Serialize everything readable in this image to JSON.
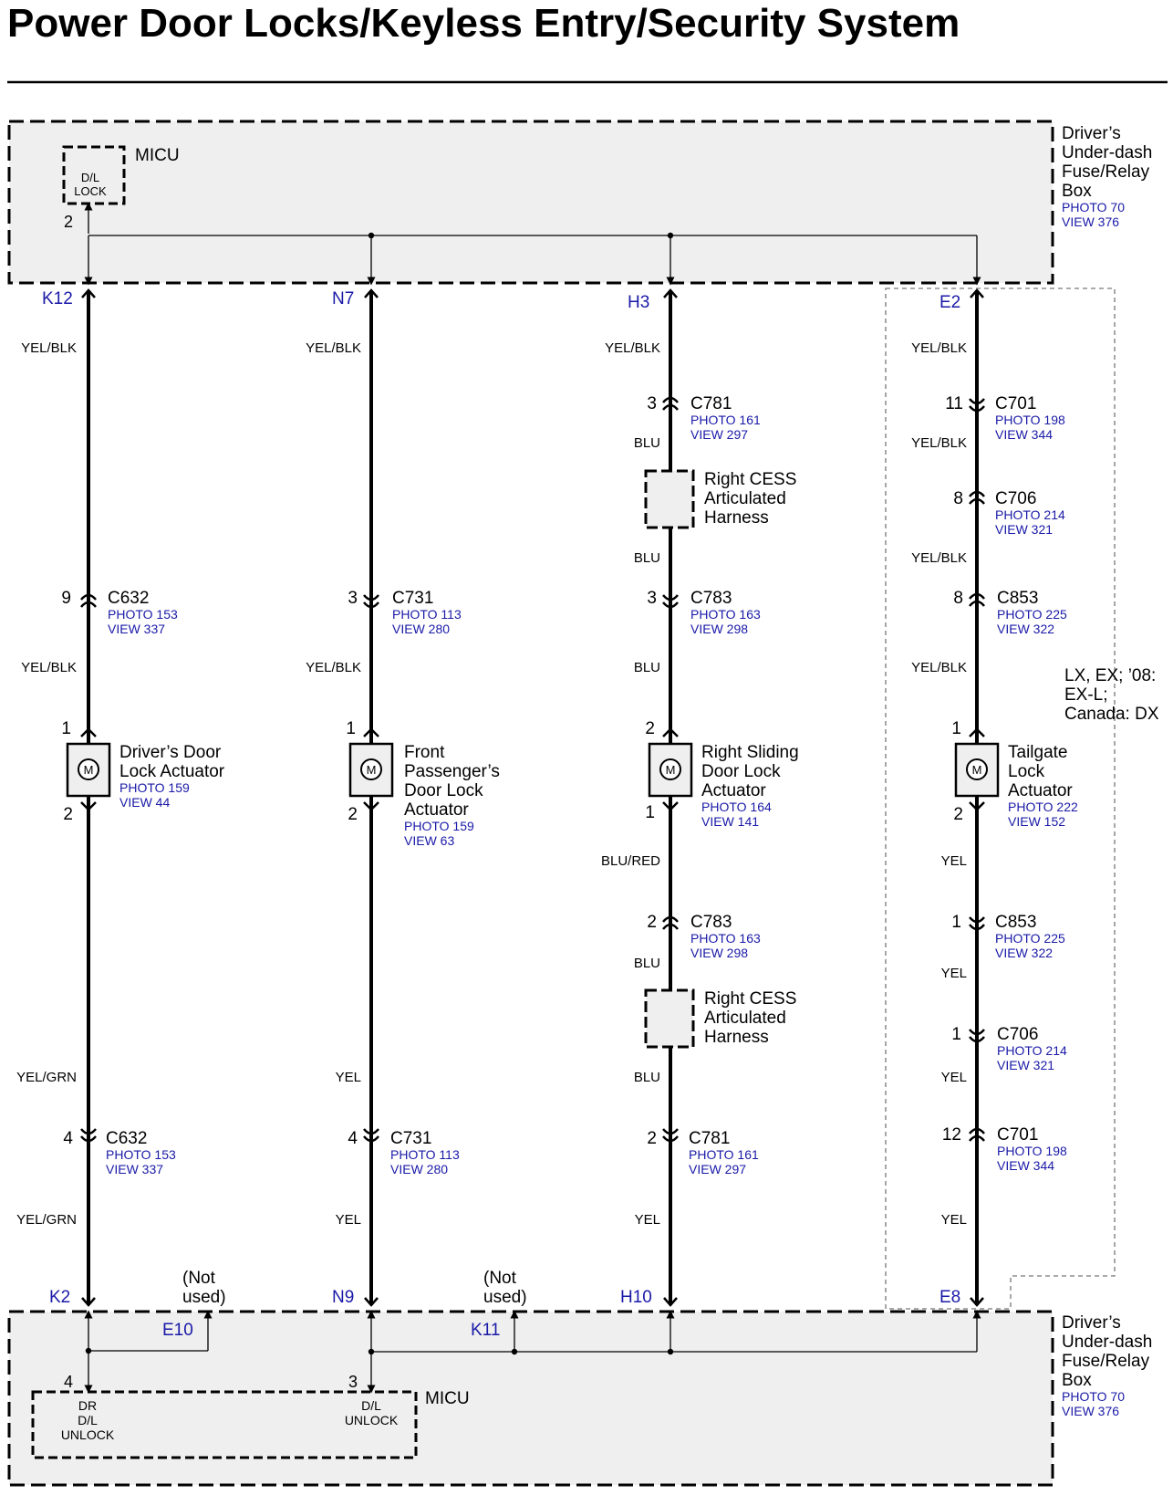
{
  "title": "Power Door Locks/Keyless Entry/Security System",
  "colors": {
    "link": "#1a1aa8",
    "box_fill": "#efefef",
    "wire": "#000000"
  },
  "top_box": {
    "micu_label": "MICU",
    "pin_label": [
      "D/L",
      "LOCK"
    ],
    "pin_num": "2",
    "box_label": [
      "Driver’s",
      "Under-dash",
      "Fuse/Relay",
      "Box"
    ],
    "photo": "PHOTO 70",
    "view": "VIEW 376"
  },
  "bottom_box": {
    "micu_label": "MICU",
    "dr_unlock": [
      "DR",
      "D/L",
      "UNLOCK"
    ],
    "dl_unlock": [
      "D/L",
      "UNLOCK"
    ],
    "pin4": "4",
    "pin3": "3",
    "box_label": [
      "Driver’s",
      "Under-dash",
      "Fuse/Relay",
      "Box"
    ],
    "photo": "PHOTO 70",
    "view": "VIEW 376",
    "not_used_1": [
      "(Not",
      "used)"
    ],
    "not_used_2": [
      "(Not",
      "used)"
    ],
    "term_e10": "E10",
    "term_k11": "K11"
  },
  "terminals_top": [
    "K12",
    "N7",
    "H3",
    "E2"
  ],
  "terminals_bottom": [
    "K2",
    "N9",
    "H10",
    "E8"
  ],
  "option_note": [
    "LX, EX; ’08:",
    "EX-L;",
    "Canada: DX"
  ],
  "wires": [
    {
      "a": "YEL/BLK",
      "b": "YEL/BLK",
      "c": "YEL/GRN",
      "d": "YEL/GRN"
    },
    {
      "a": "YEL/BLK",
      "b": "YEL/BLK",
      "c": "YEL",
      "d": "YEL"
    },
    {
      "a": "YEL/BLK",
      "b": "BLU",
      "c": "BLU",
      "d": "BLU",
      "e": "BLU/RED",
      "f": "BLU",
      "g": "BLU",
      "h": "YEL"
    },
    {
      "a": "YEL/BLK",
      "b": "YEL/BLK",
      "c": "YEL/BLK",
      "d": "YEL/BLK",
      "e": "YEL",
      "f": "YEL",
      "g": "YEL",
      "h": "YEL"
    }
  ],
  "connectors": [
    {
      "pin": "9",
      "name": "C632",
      "photo": "PHOTO 153",
      "view": "VIEW 337"
    },
    {
      "pin": "4",
      "name": "C632",
      "photo": "PHOTO 153",
      "view": "VIEW 337"
    },
    {
      "pin": "3",
      "name": "C731",
      "photo": "PHOTO 113",
      "view": "VIEW 280"
    },
    {
      "pin": "4",
      "name": "C731",
      "photo": "PHOTO 113",
      "view": "VIEW 280"
    },
    {
      "pin": "3",
      "name": "C781",
      "photo": "PHOTO 161",
      "view": "VIEW 297"
    },
    {
      "pin": "3",
      "name": "C783",
      "photo": "PHOTO 163",
      "view": "VIEW 298"
    },
    {
      "pin": "2",
      "name": "C783",
      "photo": "PHOTO 163",
      "view": "VIEW 298"
    },
    {
      "pin": "2",
      "name": "C781",
      "photo": "PHOTO 161",
      "view": "VIEW 297"
    },
    {
      "pin": "11",
      "name": "C701",
      "photo": "PHOTO 198",
      "view": "VIEW 344"
    },
    {
      "pin": "8",
      "name": "C706",
      "photo": "PHOTO 214",
      "view": "VIEW 321"
    },
    {
      "pin": "8",
      "name": "C853",
      "photo": "PHOTO 225",
      "view": "VIEW 322"
    },
    {
      "pin": "1",
      "name": "C853",
      "photo": "PHOTO 225",
      "view": "VIEW 322"
    },
    {
      "pin": "1",
      "name": "C706",
      "photo": "PHOTO 214",
      "view": "VIEW 321"
    },
    {
      "pin": "12",
      "name": "C701",
      "photo": "PHOTO 198",
      "view": "VIEW 344"
    }
  ],
  "harnesses": [
    {
      "label": [
        "Right CESS",
        "Articulated",
        "Harness"
      ]
    },
    {
      "label": [
        "Right CESS",
        "Articulated",
        "Harness"
      ]
    }
  ],
  "actuators": [
    {
      "pin_top": "1",
      "pin_bottom": "2",
      "label": [
        "Driver’s Door",
        "Lock Actuator"
      ],
      "photo": "PHOTO 159",
      "view": "VIEW 44",
      "motor": "M"
    },
    {
      "pin_top": "1",
      "pin_bottom": "2",
      "label": [
        "Front",
        "Passenger’s",
        "Door Lock",
        "Actuator"
      ],
      "photo": "PHOTO 159",
      "view": "VIEW 63",
      "motor": "M"
    },
    {
      "pin_top": "2",
      "pin_bottom": "1",
      "label": [
        "Right Sliding",
        "Door Lock",
        "Actuator"
      ],
      "photo": "PHOTO 164",
      "view": "VIEW 141",
      "motor": "M"
    },
    {
      "pin_top": "1",
      "pin_bottom": "2",
      "label": [
        "Tailgate",
        "Lock",
        "Actuator"
      ],
      "photo": "PHOTO 222",
      "view": "VIEW 152",
      "motor": "M"
    }
  ]
}
